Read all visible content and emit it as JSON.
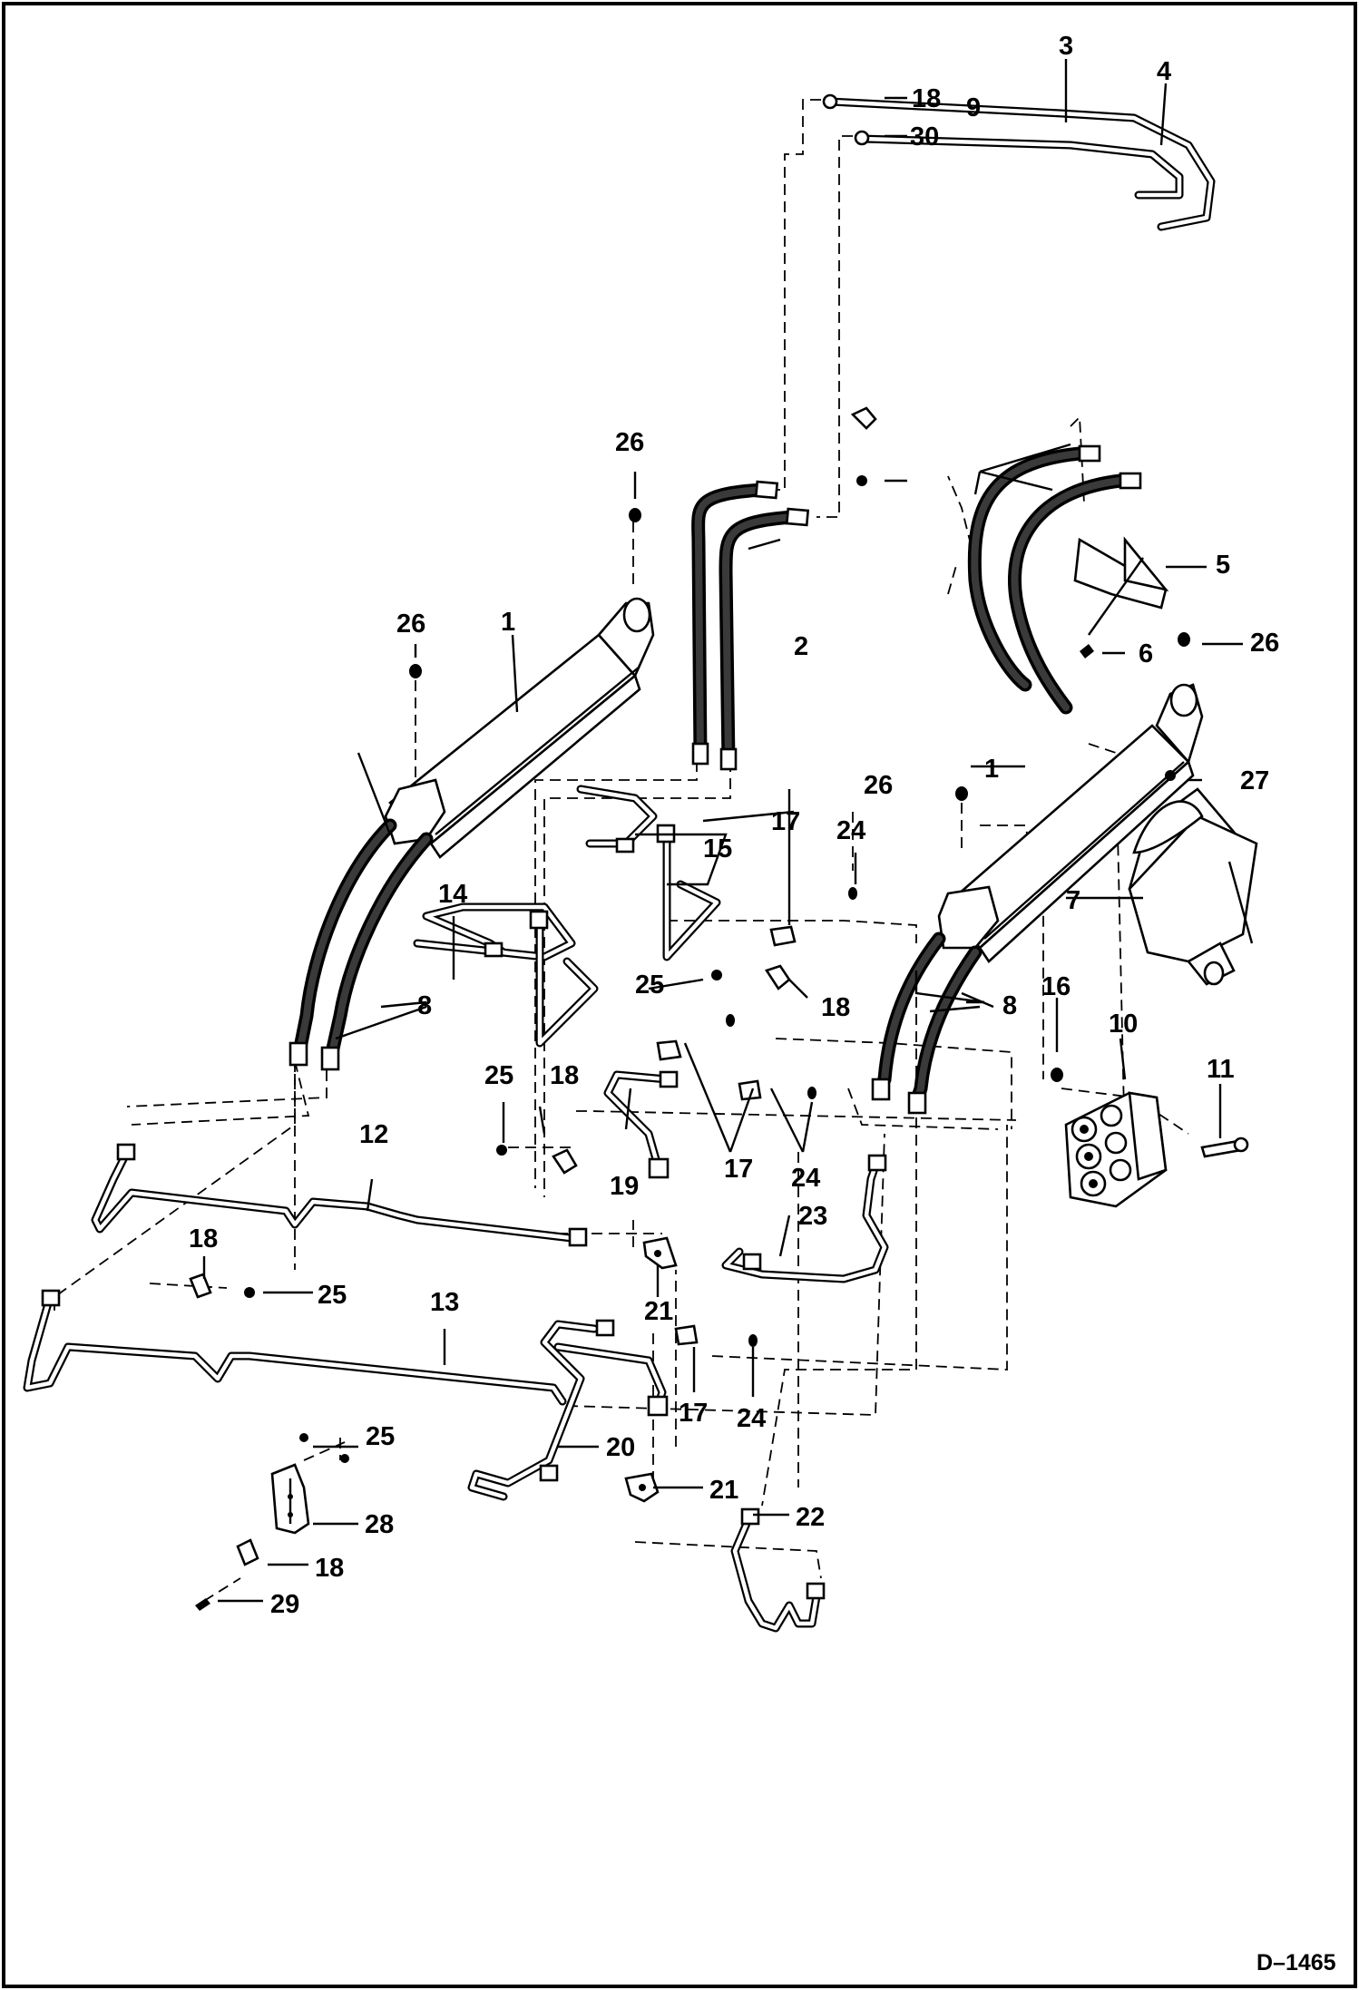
{
  "drawing": {
    "code": "D–1465",
    "callouts": {
      "c1a": "1",
      "c1b": "1",
      "c2": "2",
      "c3": "3",
      "c4": "4",
      "c5": "5",
      "c6": "6",
      "c7": "7",
      "c8a": "8",
      "c8b": "8",
      "c9": "9",
      "c10": "10",
      "c11": "11",
      "c12": "12",
      "c13": "13",
      "c14": "14",
      "c15": "15",
      "c16": "16",
      "c17a": "17",
      "c17b": "17",
      "c17c": "17",
      "c18a": "18",
      "c18b": "18",
      "c18c": "18",
      "c18d": "18",
      "c18e": "18",
      "c19": "19",
      "c20": "20",
      "c21a": "21",
      "c21b": "21",
      "c22": "22",
      "c23": "23",
      "c24a": "24",
      "c24b": "24",
      "c24c": "24",
      "c25a": "25",
      "c25b": "25",
      "c25c": "25",
      "c25d": "25",
      "c26a": "26",
      "c26b": "26",
      "c26c": "26",
      "c26d": "26",
      "c27": "27",
      "c28": "28",
      "c29": "29",
      "c30": "30"
    }
  }
}
